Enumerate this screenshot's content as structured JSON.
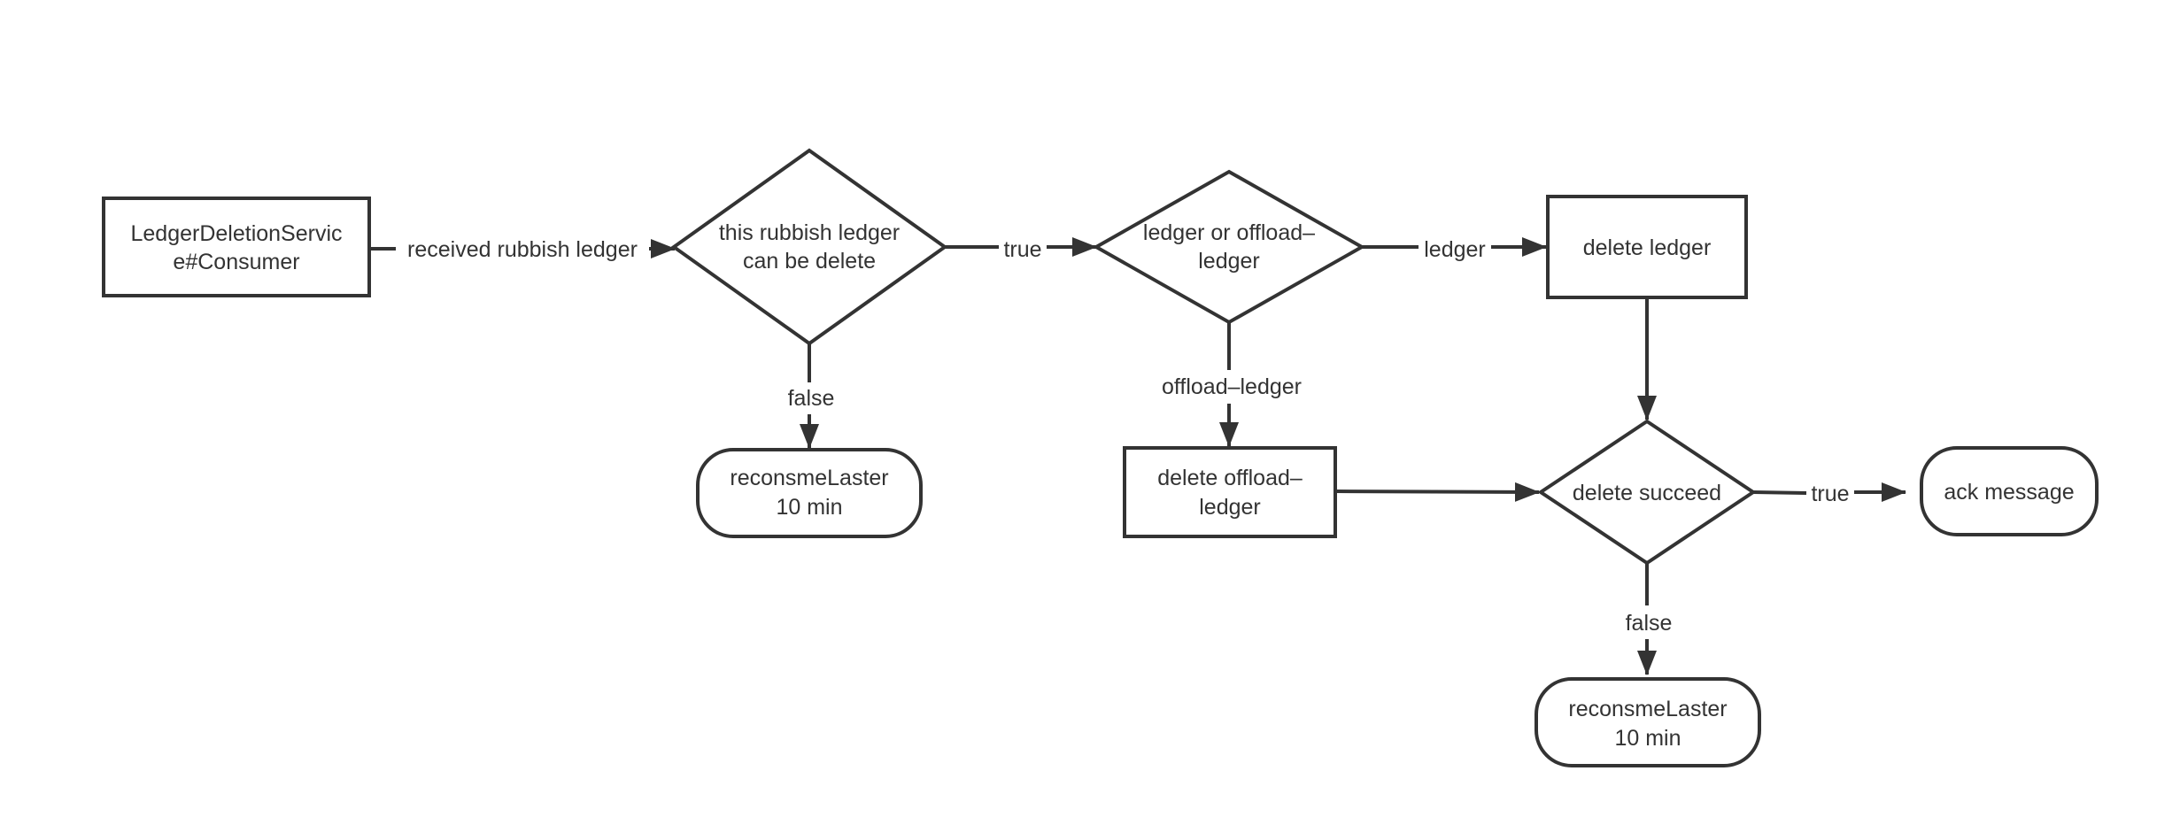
{
  "colors": {
    "stroke": "#333333",
    "text": "#333333",
    "background": "#ffffff"
  },
  "nodes": {
    "consumer": {
      "shape": "rectangle",
      "lines": [
        "LedgerDeletionServic",
        "e#Consumer"
      ]
    },
    "can_delete": {
      "shape": "decision",
      "lines": [
        "this rubbish ledger",
        "can be delete"
      ]
    },
    "ledger_or_offload": {
      "shape": "decision",
      "lines": [
        "ledger or offload–",
        "ledger"
      ]
    },
    "delete_ledger": {
      "shape": "rectangle",
      "lines": [
        "delete ledger"
      ]
    },
    "reconsume_1": {
      "shape": "terminal",
      "lines": [
        "reconsmeLaster",
        "10 min"
      ]
    },
    "delete_offload": {
      "shape": "rectangle",
      "lines": [
        "delete offload–",
        "ledger"
      ]
    },
    "delete_succeed": {
      "shape": "decision",
      "lines": [
        "delete succeed"
      ]
    },
    "ack_message": {
      "shape": "terminal",
      "lines": [
        "ack message"
      ]
    },
    "reconsume_2": {
      "shape": "terminal",
      "lines": [
        "reconsmeLaster",
        "10 min"
      ]
    }
  },
  "edges": {
    "received": {
      "from": "consumer",
      "to": "can_delete",
      "label": "received rubbish ledger"
    },
    "can_delete_true": {
      "from": "can_delete",
      "to": "ledger_or_offload",
      "label": "true"
    },
    "can_delete_false": {
      "from": "can_delete",
      "to": "reconsume_1",
      "label": "false"
    },
    "type_ledger": {
      "from": "ledger_or_offload",
      "to": "delete_ledger",
      "label": "ledger"
    },
    "type_offload": {
      "from": "ledger_or_offload",
      "to": "delete_offload",
      "label": "offload–ledger"
    },
    "ledger_to_succeed": {
      "from": "delete_ledger",
      "to": "delete_succeed",
      "label": ""
    },
    "offload_to_succeed": {
      "from": "delete_offload",
      "to": "delete_succeed",
      "label": ""
    },
    "succeed_true": {
      "from": "delete_succeed",
      "to": "ack_message",
      "label": "true"
    },
    "succeed_false": {
      "from": "delete_succeed",
      "to": "reconsume_2",
      "label": "false"
    }
  }
}
